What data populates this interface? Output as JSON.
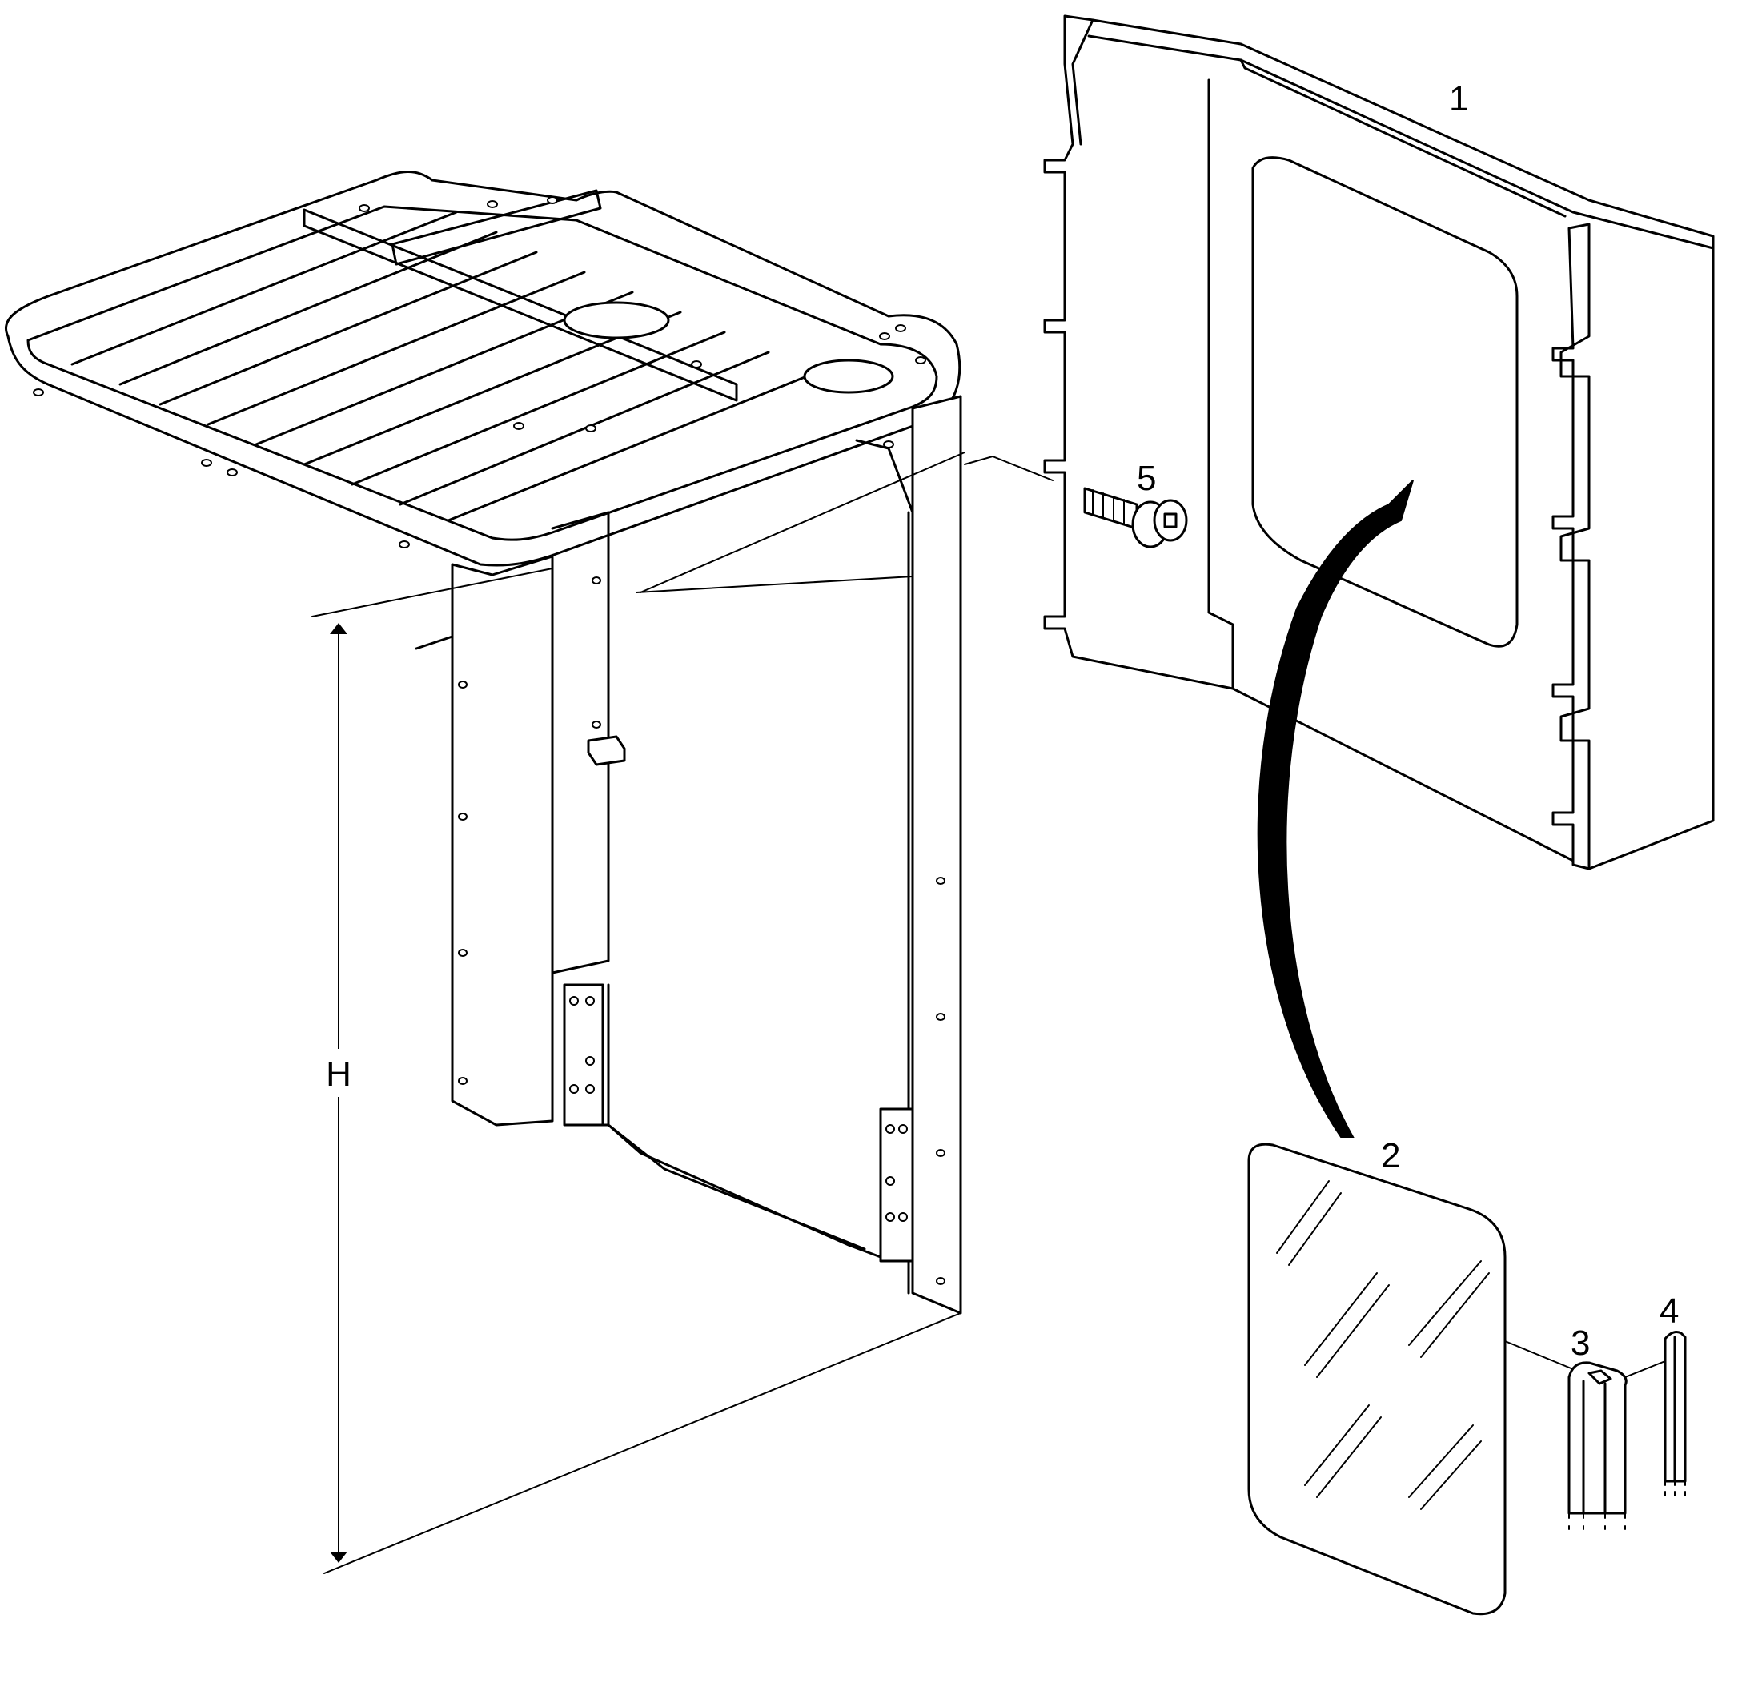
{
  "callouts": {
    "part_1": "1",
    "part_2": "2",
    "part_3": "3",
    "part_4": "4",
    "part_5": "5",
    "dimension_h": "H"
  },
  "colors": {
    "line": "#000000",
    "background": "#ffffff"
  }
}
